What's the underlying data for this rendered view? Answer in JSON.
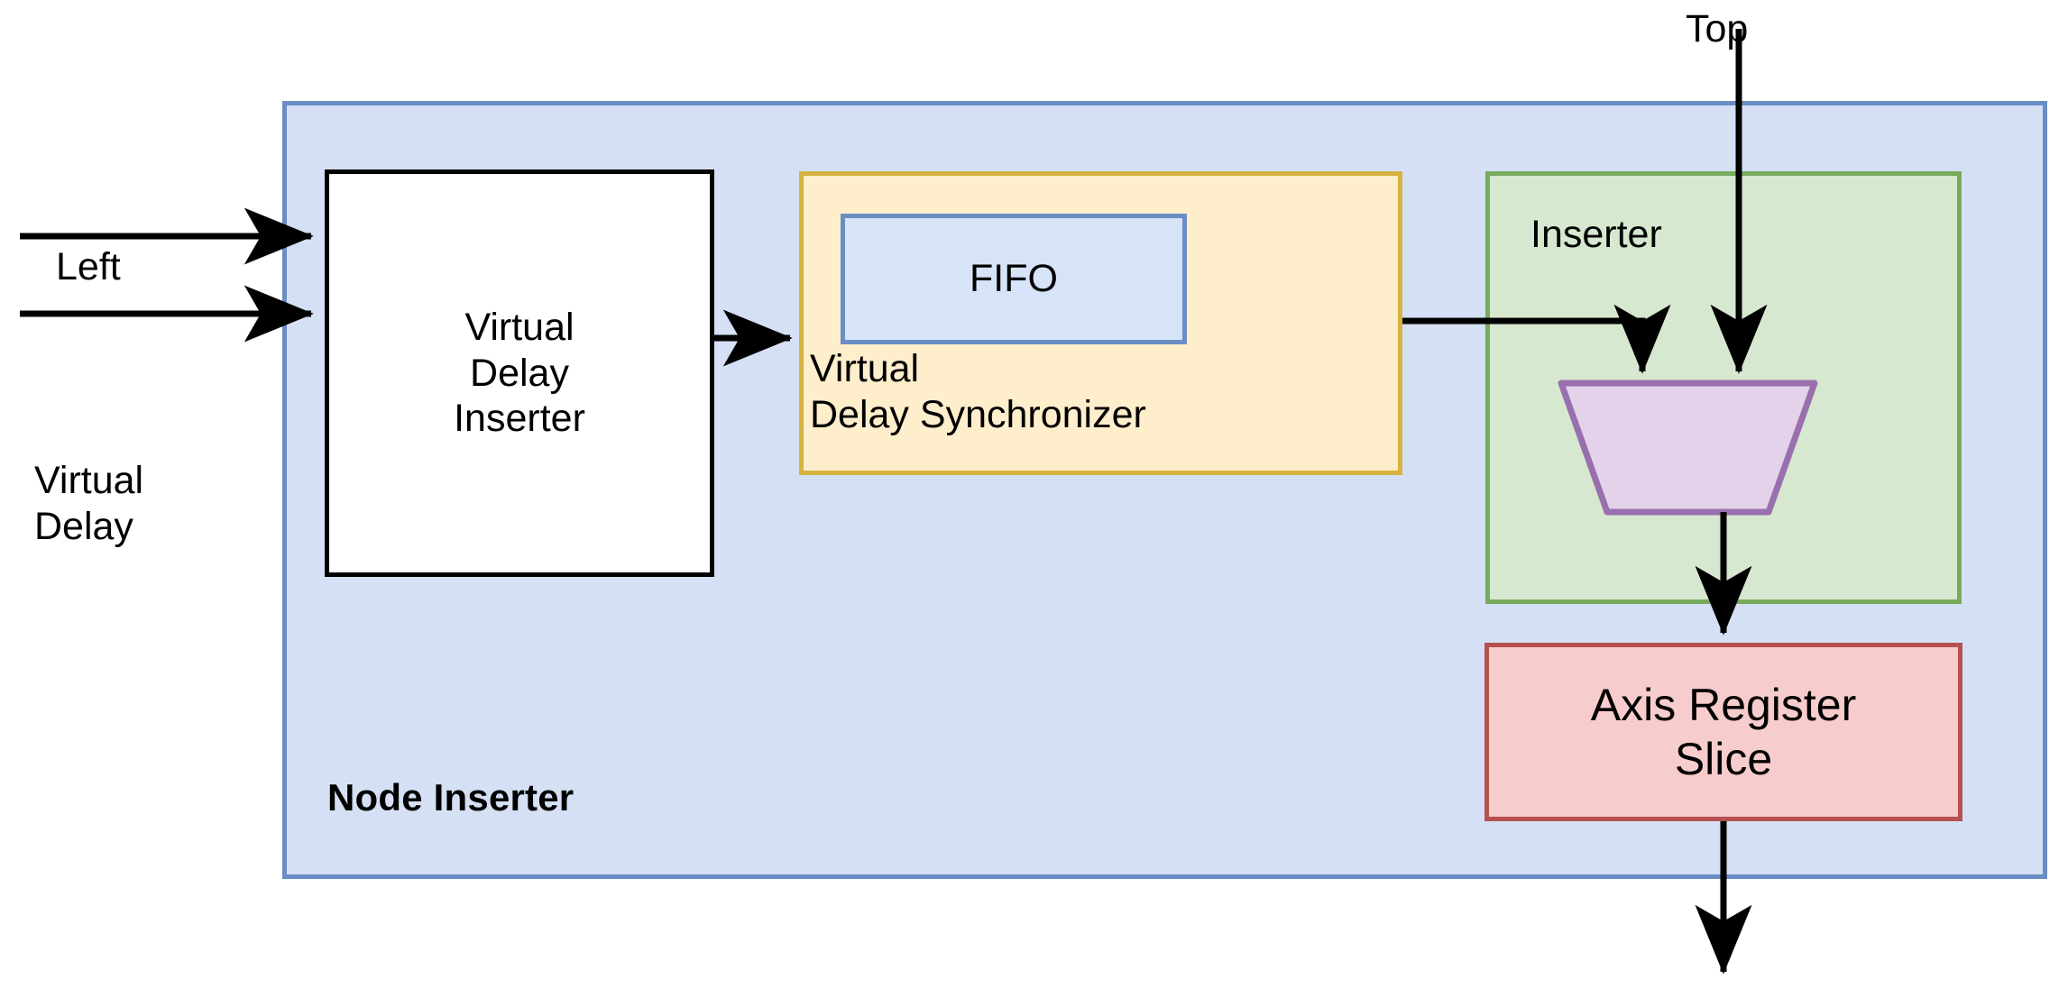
{
  "diagram": {
    "title": "Node Inserter block diagram",
    "container": {
      "label": "Node Inserter",
      "fill": "#d5e0f4",
      "stroke": "#6a8dc4"
    },
    "blocks": [
      {
        "name": "virtual-delay-inserter",
        "label": "Virtual\nDelay\nInserter",
        "fill": "#ffffff",
        "stroke": "#000000"
      },
      {
        "name": "virtual-delay-synchronizer",
        "label": "Virtual\nDelay Synchronizer",
        "fill": "#ffeecc",
        "stroke": "#d6b341"
      },
      {
        "name": "fifo",
        "label": "FIFO",
        "fill": "#d7e3f7",
        "stroke": "#6a8dc4"
      },
      {
        "name": "inserter",
        "label": "Inserter",
        "fill": "#d7e8d0",
        "stroke": "#76ab5c"
      },
      {
        "name": "multiplexer",
        "label": "",
        "fill": "#e3d2ea",
        "stroke": "#9a6fae"
      },
      {
        "name": "axis-register-slice",
        "label": "Axis Register\nSlice",
        "fill": "#f7cccc",
        "stroke": "#b4504f"
      }
    ],
    "ports": [
      {
        "name": "left-input",
        "label": "Left"
      },
      {
        "name": "virtual-delay-input",
        "label": "Virtual\nDelay"
      },
      {
        "name": "top-input",
        "label": "Top"
      }
    ],
    "connections": [
      {
        "from": "left-input",
        "to": "virtual-delay-inserter"
      },
      {
        "from": "virtual-delay-input",
        "to": "virtual-delay-inserter"
      },
      {
        "from": "virtual-delay-inserter",
        "to": "virtual-delay-synchronizer"
      },
      {
        "from": "virtual-delay-synchronizer",
        "to": "multiplexer"
      },
      {
        "from": "top-input",
        "to": "multiplexer"
      },
      {
        "from": "multiplexer",
        "to": "axis-register-slice"
      },
      {
        "from": "axis-register-slice",
        "to": "output"
      }
    ],
    "wire_color": "#000000"
  }
}
